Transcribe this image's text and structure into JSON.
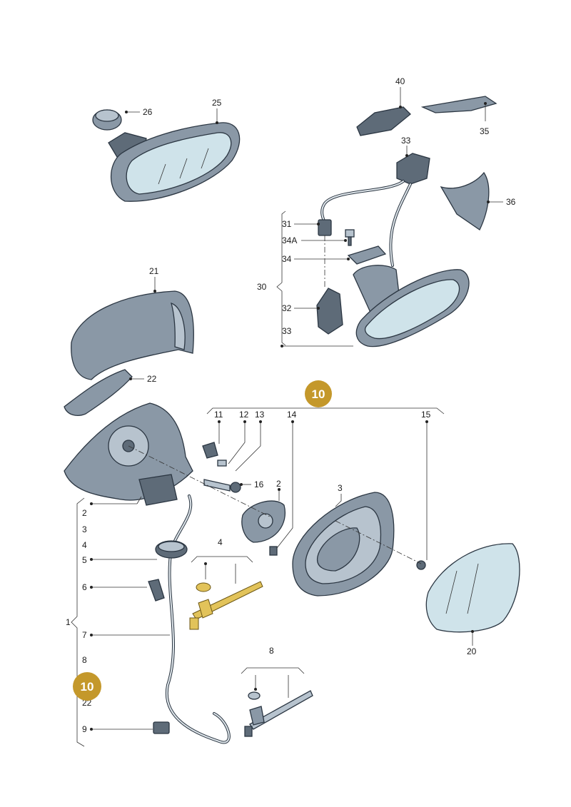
{
  "callouts": {
    "c26": "26",
    "c25": "25",
    "c40": "40",
    "c35": "35",
    "c33a": "33",
    "c36": "36",
    "c31": "31",
    "c34a": "34A",
    "c34": "34",
    "c30": "30",
    "c32": "32",
    "c33b": "33",
    "c21": "21",
    "c22": "22",
    "c11": "11",
    "c12": "12",
    "c13": "13",
    "c14": "14",
    "c15": "15",
    "c16": "16",
    "c2a": "2",
    "c3": "3",
    "c2": "2",
    "c3b": "3",
    "c4b": "4",
    "c5": "5",
    "c6": "6",
    "c1": "1",
    "c7": "7",
    "c8b": "8",
    "c22b": "22",
    "c9": "9",
    "c4": "4",
    "c8": "8",
    "c20": "20"
  },
  "badges": {
    "badge_top": "10",
    "badge_left": "10"
  },
  "colors": {
    "badge": "#c4982b",
    "part_body": "#8a98a6",
    "glass": "#cfe3ea",
    "brass": "#e2c35a"
  }
}
